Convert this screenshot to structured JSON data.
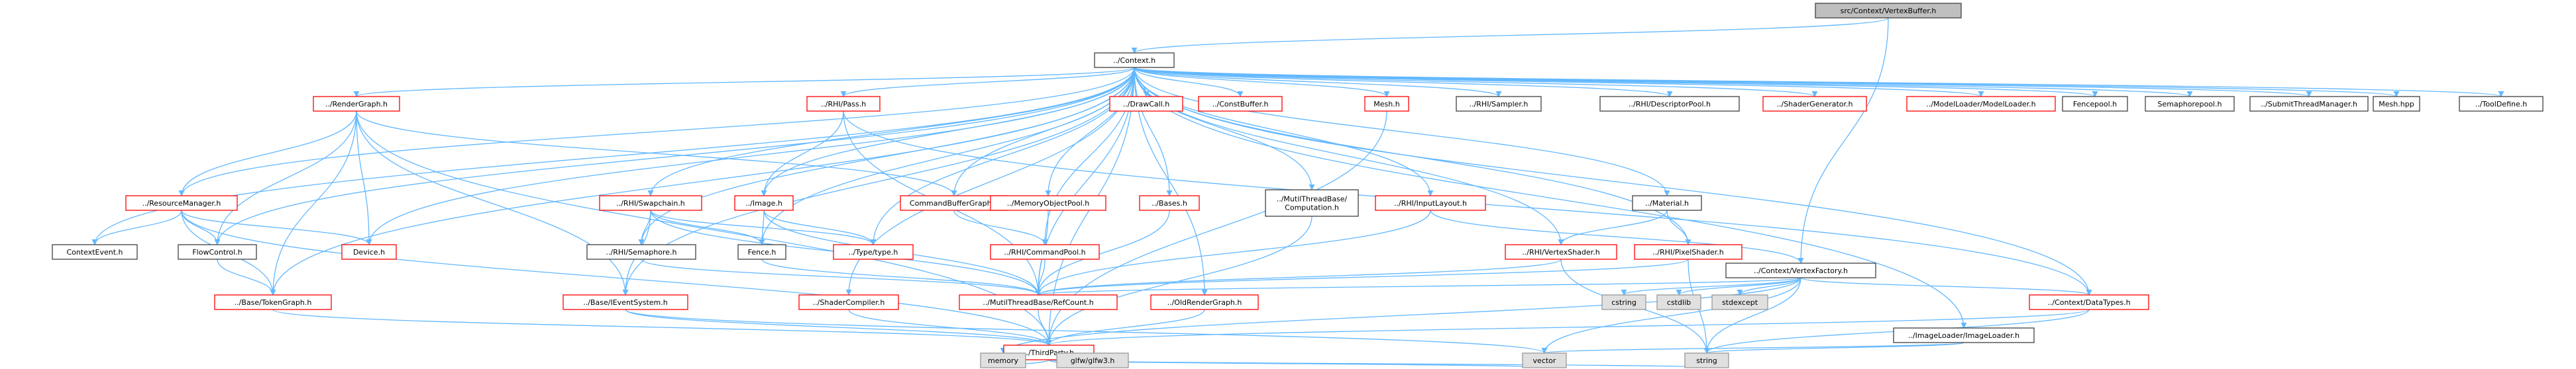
{
  "title": "src/Context/VertexBuffer.h",
  "colors": {
    "root_fill": "#bfbfbf",
    "root_border": "#404040",
    "normal_fill": "#ffffff",
    "normal_border": "#404040",
    "red_border": "#ff0000",
    "system_fill": "#e0e0e0",
    "system_border": "#999999",
    "edge": "#63b8ff"
  },
  "nodes": [
    {
      "id": "root",
      "label": "src/Context/VertexBuffer.h",
      "style": "root"
    },
    {
      "id": "context",
      "label": "../Context.h",
      "style": "normal"
    },
    {
      "id": "vertexfactory",
      "label": "../Context/VertexFactory.h",
      "style": "normal"
    },
    {
      "id": "rendergraph",
      "label": "../RenderGraph.h",
      "style": "red"
    },
    {
      "id": "resourcemanager",
      "label": "../ResourceManager.h",
      "style": "red"
    },
    {
      "id": "contextevent",
      "label": "ContextEvent.h",
      "style": "normal"
    },
    {
      "id": "flowcontrol",
      "label": "FlowControl.h",
      "style": "normal"
    },
    {
      "id": "device",
      "label": "Device.h",
      "style": "red"
    },
    {
      "id": "tokengraph",
      "label": "../Base/TokenGraph.h",
      "style": "red"
    },
    {
      "id": "ieventsystem",
      "label": "../Base/IEventSystem.h",
      "style": "red"
    },
    {
      "id": "swapchain",
      "label": "../RHI/Swapchain.h",
      "style": "red"
    },
    {
      "id": "semaphore",
      "label": "../RHI/Semaphore.h",
      "style": "normal"
    },
    {
      "id": "fence",
      "label": "Fence.h",
      "style": "normal"
    },
    {
      "id": "image",
      "label": "../Image.h",
      "style": "red"
    },
    {
      "id": "typeh",
      "label": "../Type/type.h",
      "style": "red"
    },
    {
      "id": "rhipass",
      "label": "../RHI/Pass.h",
      "style": "red"
    },
    {
      "id": "cmdbuffergraph",
      "label": "CommandBufferGraph.h",
      "style": "red"
    },
    {
      "id": "memobjpool",
      "label": "../MemoryObjectPool.h",
      "style": "red"
    },
    {
      "id": "cmdpool",
      "label": "../RHI/CommandPool.h",
      "style": "red"
    },
    {
      "id": "drawcall",
      "label": "../DrawCall.h",
      "style": "red"
    },
    {
      "id": "constbuffer",
      "label": "../ConstBuffer.h",
      "style": "red"
    },
    {
      "id": "bases",
      "label": "../Bases.h",
      "style": "red"
    },
    {
      "id": "refcount",
      "label": "../MutilThreadBase/RefCount.h",
      "style": "red"
    },
    {
      "id": "shadercompiler",
      "label": "../ShaderCompiler.h",
      "style": "red"
    },
    {
      "id": "oldrendergraph",
      "label": "../OldRenderGraph.h",
      "style": "red"
    },
    {
      "id": "thirdparty",
      "label": "../ThirdParty.h",
      "style": "red"
    },
    {
      "id": "mesh",
      "label": "Mesh.h",
      "style": "red"
    },
    {
      "id": "mtcomputation",
      "label": "../MutilThreadBase/Computation.h",
      "style": "normal"
    },
    {
      "id": "inputlayout",
      "label": "../RHI/InputLayout.h",
      "style": "red"
    },
    {
      "id": "sampler",
      "label": "../RHI/Sampler.h",
      "style": "normal"
    },
    {
      "id": "descpool",
      "label": "../RHI/DescriptorPool.h",
      "style": "normal"
    },
    {
      "id": "material",
      "label": "../Material.h",
      "style": "normal"
    },
    {
      "id": "vertexshader",
      "label": "../RHI/VertexShader.h",
      "style": "red"
    },
    {
      "id": "pixelshader",
      "label": "../RHI/PixelShader.h",
      "style": "red"
    },
    {
      "id": "shadergenerator",
      "label": "../ShaderGenerator.h",
      "style": "red"
    },
    {
      "id": "modelloader",
      "label": "../ModelLoader/ModelLoader.h",
      "style": "red"
    },
    {
      "id": "fencepool",
      "label": "Fencepool.h",
      "style": "normal"
    },
    {
      "id": "semaphorepool",
      "label": "Semaphorepool.h",
      "style": "normal"
    },
    {
      "id": "submitthread",
      "label": "../SubmitThreadManager.h",
      "style": "normal"
    },
    {
      "id": "meshhpp",
      "label": "Mesh.hpp",
      "style": "normal"
    },
    {
      "id": "tooldefine",
      "label": "../ToolDefine.h",
      "style": "normal"
    },
    {
      "id": "datatypes",
      "label": "../Context/DataTypes.h",
      "style": "red"
    },
    {
      "id": "imageloader",
      "label": "../ImageLoader/ImageLoader.h",
      "style": "normal"
    },
    {
      "id": "cstring",
      "label": "cstring",
      "style": "system"
    },
    {
      "id": "cstdlib",
      "label": "cstdlib",
      "style": "system"
    },
    {
      "id": "stdexcept",
      "label": "stdexcept",
      "style": "system"
    },
    {
      "id": "memory",
      "label": "memory",
      "style": "system"
    },
    {
      "id": "glfw",
      "label": "glfw/glfw3.h",
      "style": "system"
    },
    {
      "id": "vector",
      "label": "vector",
      "style": "system"
    },
    {
      "id": "string",
      "label": "string",
      "style": "system"
    }
  ],
  "edges": [
    [
      "root",
      "context"
    ],
    [
      "root",
      "vertexfactory"
    ],
    [
      "context",
      "rendergraph"
    ],
    [
      "context",
      "resourcemanager"
    ],
    [
      "context",
      "contextevent"
    ],
    [
      "context",
      "flowcontrol"
    ],
    [
      "context",
      "device"
    ],
    [
      "context",
      "tokengraph"
    ],
    [
      "context",
      "ieventsystem"
    ],
    [
      "context",
      "swapchain"
    ],
    [
      "context",
      "semaphore"
    ],
    [
      "context",
      "fence"
    ],
    [
      "context",
      "image"
    ],
    [
      "context",
      "typeh"
    ],
    [
      "context",
      "rhipass"
    ],
    [
      "context",
      "cmdbuffergraph"
    ],
    [
      "context",
      "memobjpool"
    ],
    [
      "context",
      "cmdpool"
    ],
    [
      "context",
      "drawcall"
    ],
    [
      "context",
      "constbuffer"
    ],
    [
      "context",
      "bases"
    ],
    [
      "context",
      "refcount"
    ],
    [
      "context",
      "shadercompiler"
    ],
    [
      "context",
      "oldrendergraph"
    ],
    [
      "context",
      "thirdparty"
    ],
    [
      "context",
      "mesh"
    ],
    [
      "context",
      "mtcomputation"
    ],
    [
      "context",
      "inputlayout"
    ],
    [
      "context",
      "sampler"
    ],
    [
      "context",
      "descpool"
    ],
    [
      "context",
      "material"
    ],
    [
      "context",
      "vertexshader"
    ],
    [
      "context",
      "pixelshader"
    ],
    [
      "context",
      "shadergenerator"
    ],
    [
      "context",
      "modelloader"
    ],
    [
      "context",
      "fencepool"
    ],
    [
      "context",
      "semaphorepool"
    ],
    [
      "context",
      "submitthread"
    ],
    [
      "context",
      "meshhpp"
    ],
    [
      "context",
      "tooldefine"
    ],
    [
      "context",
      "datatypes"
    ],
    [
      "context",
      "imageloader"
    ],
    [
      "rendergraph",
      "resourcemanager"
    ],
    [
      "rendergraph",
      "flowcontrol"
    ],
    [
      "rendergraph",
      "device"
    ],
    [
      "rendergraph",
      "tokengraph"
    ],
    [
      "rendergraph",
      "ieventsystem"
    ],
    [
      "rendergraph",
      "cmdbuffergraph"
    ],
    [
      "rendergraph",
      "thirdparty"
    ],
    [
      "resourcemanager",
      "contextevent"
    ],
    [
      "resourcemanager",
      "flowcontrol"
    ],
    [
      "resourcemanager",
      "device"
    ],
    [
      "resourcemanager",
      "tokengraph"
    ],
    [
      "resourcemanager",
      "thirdparty"
    ],
    [
      "flowcontrol",
      "tokengraph"
    ],
    [
      "tokengraph",
      "thirdparty"
    ],
    [
      "ieventsystem",
      "thirdparty"
    ],
    [
      "ieventsystem",
      "vector"
    ],
    [
      "swapchain",
      "semaphore"
    ],
    [
      "swapchain",
      "fence"
    ],
    [
      "swapchain",
      "ieventsystem"
    ],
    [
      "swapchain",
      "refcount"
    ],
    [
      "swapchain",
      "typeh"
    ],
    [
      "semaphore",
      "refcount"
    ],
    [
      "fence",
      "refcount"
    ],
    [
      "image",
      "fence"
    ],
    [
      "image",
      "typeh"
    ],
    [
      "image",
      "refcount"
    ],
    [
      "rhipass",
      "image"
    ],
    [
      "rhipass",
      "refcount"
    ],
    [
      "rhipass",
      "datatypes"
    ],
    [
      "cmdbuffergraph",
      "cmdpool"
    ],
    [
      "memobjpool",
      "refcount"
    ],
    [
      "cmdpool",
      "refcount"
    ],
    [
      "bases",
      "refcount"
    ],
    [
      "refcount",
      "thirdparty"
    ],
    [
      "shadercompiler",
      "thirdparty"
    ],
    [
      "oldrendergraph",
      "thirdparty"
    ],
    [
      "mesh",
      "thirdparty"
    ],
    [
      "mtcomputation",
      "thirdparty"
    ],
    [
      "inputlayout",
      "refcount"
    ],
    [
      "inputlayout",
      "vertexfactory"
    ],
    [
      "material",
      "vertexshader"
    ],
    [
      "material",
      "pixelshader"
    ],
    [
      "vertexshader",
      "refcount"
    ],
    [
      "vertexshader",
      "string"
    ],
    [
      "pixelshader",
      "refcount"
    ],
    [
      "pixelshader",
      "string"
    ],
    [
      "vertexfactory",
      "refcount"
    ],
    [
      "vertexfactory",
      "cstring"
    ],
    [
      "vertexfactory",
      "cstdlib"
    ],
    [
      "vertexfactory",
      "stdexcept"
    ],
    [
      "vertexfactory",
      "datatypes"
    ],
    [
      "vertexfactory",
      "string"
    ],
    [
      "vertexfactory",
      "vector"
    ],
    [
      "vertexfactory",
      "memory"
    ],
    [
      "datatypes",
      "thirdparty"
    ],
    [
      "datatypes",
      "string"
    ],
    [
      "imageloader",
      "vector"
    ],
    [
      "imageloader",
      "string"
    ],
    [
      "thirdparty",
      "memory"
    ],
    [
      "thirdparty",
      "glfw"
    ],
    [
      "thirdparty",
      "vector"
    ],
    [
      "thirdparty",
      "string"
    ]
  ]
}
